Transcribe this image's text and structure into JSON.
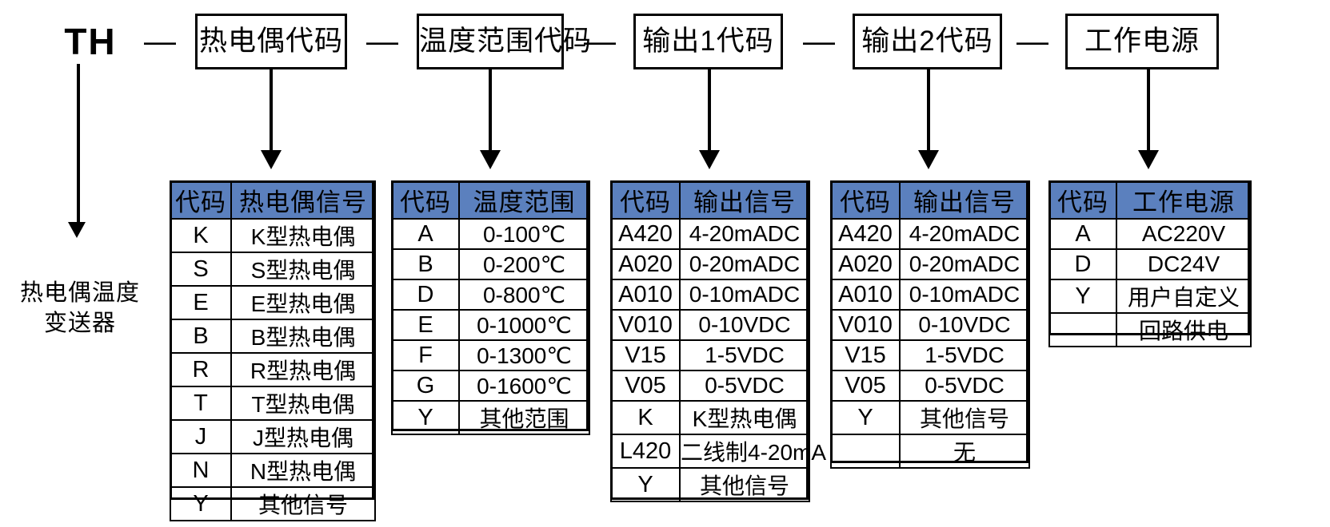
{
  "model_code": {
    "prefix": "TH",
    "separator": "—",
    "segments": [
      {
        "label": "热电偶代码"
      },
      {
        "label": "温度范围代码"
      },
      {
        "label": "输出1代码"
      },
      {
        "label": "输出2代码"
      },
      {
        "label": "工作电源"
      }
    ]
  },
  "product_caption": {
    "line1": "热电偶温度",
    "line2": "变送器"
  },
  "tables": [
    {
      "id": "thermocouple",
      "headers": [
        "代码",
        "热电偶信号"
      ],
      "rows": [
        [
          "K",
          "K型热电偶"
        ],
        [
          "S",
          "S型热电偶"
        ],
        [
          "E",
          "E型热电偶"
        ],
        [
          "B",
          "B型热电偶"
        ],
        [
          "R",
          "R型热电偶"
        ],
        [
          "T",
          "T型热电偶"
        ],
        [
          "J",
          "J型热电偶"
        ],
        [
          "N",
          "N型热电偶"
        ],
        [
          "Y",
          "其他信号"
        ]
      ]
    },
    {
      "id": "temperature-range",
      "headers": [
        "代码",
        "温度范围"
      ],
      "rows": [
        [
          "A",
          "0-100℃"
        ],
        [
          "B",
          "0-200℃"
        ],
        [
          "D",
          "0-800℃"
        ],
        [
          "E",
          "0-1000℃"
        ],
        [
          "F",
          "0-1300℃"
        ],
        [
          "G",
          "0-1600℃"
        ],
        [
          "Y",
          "其他范围"
        ]
      ]
    },
    {
      "id": "output1",
      "headers": [
        "代码",
        "输出信号"
      ],
      "rows": [
        [
          "A420",
          "4-20mADC"
        ],
        [
          "A020",
          "0-20mADC"
        ],
        [
          "A010",
          "0-10mADC"
        ],
        [
          "V010",
          "0-10VDC"
        ],
        [
          "V15",
          "1-5VDC"
        ],
        [
          "V05",
          "0-5VDC"
        ],
        [
          "K",
          "K型热电偶"
        ],
        [
          "L420",
          "二线制4-20mA"
        ],
        [
          "Y",
          "其他信号"
        ]
      ]
    },
    {
      "id": "output2",
      "headers": [
        "代码",
        "输出信号"
      ],
      "rows": [
        [
          "A420",
          "4-20mADC"
        ],
        [
          "A020",
          "0-20mADC"
        ],
        [
          "A010",
          "0-10mADC"
        ],
        [
          "V010",
          "0-10VDC"
        ],
        [
          "V15",
          "1-5VDC"
        ],
        [
          "V05",
          "0-5VDC"
        ],
        [
          "Y",
          "其他信号"
        ],
        [
          "",
          "无"
        ]
      ]
    },
    {
      "id": "power-supply",
      "headers": [
        "代码",
        "工作电源"
      ],
      "rows": [
        [
          "A",
          "AC220V"
        ],
        [
          "D",
          "DC24V"
        ],
        [
          "Y",
          "用户自定义"
        ],
        [
          "",
          "回路供电"
        ]
      ]
    }
  ],
  "colors": {
    "header_blue": "#5B80BE",
    "line": "#000000",
    "background": "#FFFFFF"
  }
}
